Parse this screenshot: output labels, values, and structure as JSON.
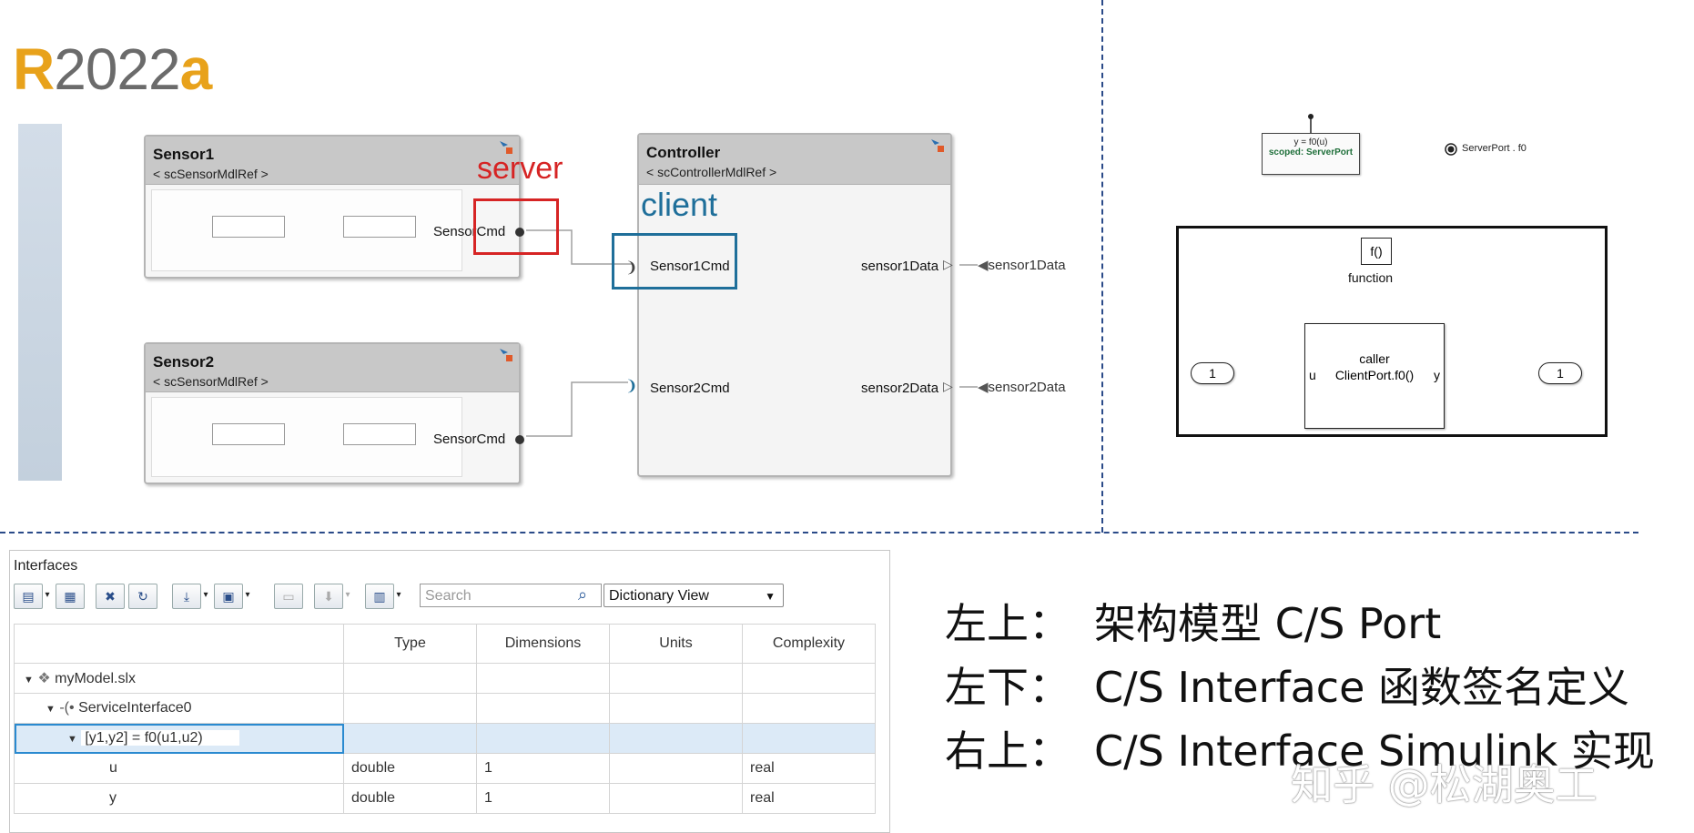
{
  "release": {
    "prefix": "R",
    "year": "2022",
    "suffix": "a"
  },
  "sensor1": {
    "title": "Sensor1",
    "ref": "< scSensorMdlRef >",
    "port": "SensorCmd"
  },
  "sensor2": {
    "title": "Sensor2",
    "ref": "< scSensorMdlRef >",
    "port": "SensorCmd"
  },
  "controller": {
    "title": "Controller",
    "ref": "< scControllerMdlRef >",
    "in_ports": [
      "Sensor1Cmd",
      "Sensor2Cmd"
    ],
    "out_ports": [
      "sensor1Data",
      "sensor2Data"
    ]
  },
  "outports_ext": [
    "sensor1Data",
    "sensor2Data"
  ],
  "callouts": {
    "server": "server",
    "client": "client"
  },
  "simulink": {
    "function_block": {
      "sig": "y = f0(u)",
      "scope": "scoped: ServerPort"
    },
    "server_port_label": "ServerPort . f0",
    "fn_trigger": "f()",
    "fn_label": "function",
    "caller": {
      "title": "caller",
      "call": "ClientPort.f0()",
      "in": "u",
      "out": "y"
    },
    "inport": "1",
    "outport": "1"
  },
  "interfaces": {
    "title": "Interfaces",
    "search_placeholder": "Search",
    "view": "Dictionary View",
    "columns": [
      "",
      "Type",
      "Dimensions",
      "Units",
      "Complexity"
    ],
    "tree": [
      {
        "name": "myModel.slx",
        "type": "",
        "dims": "",
        "units": "",
        "complexity": ""
      },
      {
        "name": "ServiceInterface0",
        "type": "",
        "dims": "",
        "units": "",
        "complexity": ""
      },
      {
        "name": "[y1,y2] = f0(u1,u2)",
        "type": "",
        "dims": "",
        "units": "",
        "complexity": ""
      },
      {
        "name": "u",
        "type": "double",
        "dims": "1",
        "units": "",
        "complexity": "real"
      },
      {
        "name": "y",
        "type": "double",
        "dims": "1",
        "units": "",
        "complexity": "real"
      }
    ]
  },
  "notes": [
    {
      "label": "左上：",
      "text": "架构模型 C/S Port"
    },
    {
      "label": "左下：",
      "text": "C/S Interface 函数签名定义"
    },
    {
      "label": "右上：",
      "text": "C/S Interface Simulink 实现"
    }
  ],
  "watermark": "知乎 @松湖奥工"
}
